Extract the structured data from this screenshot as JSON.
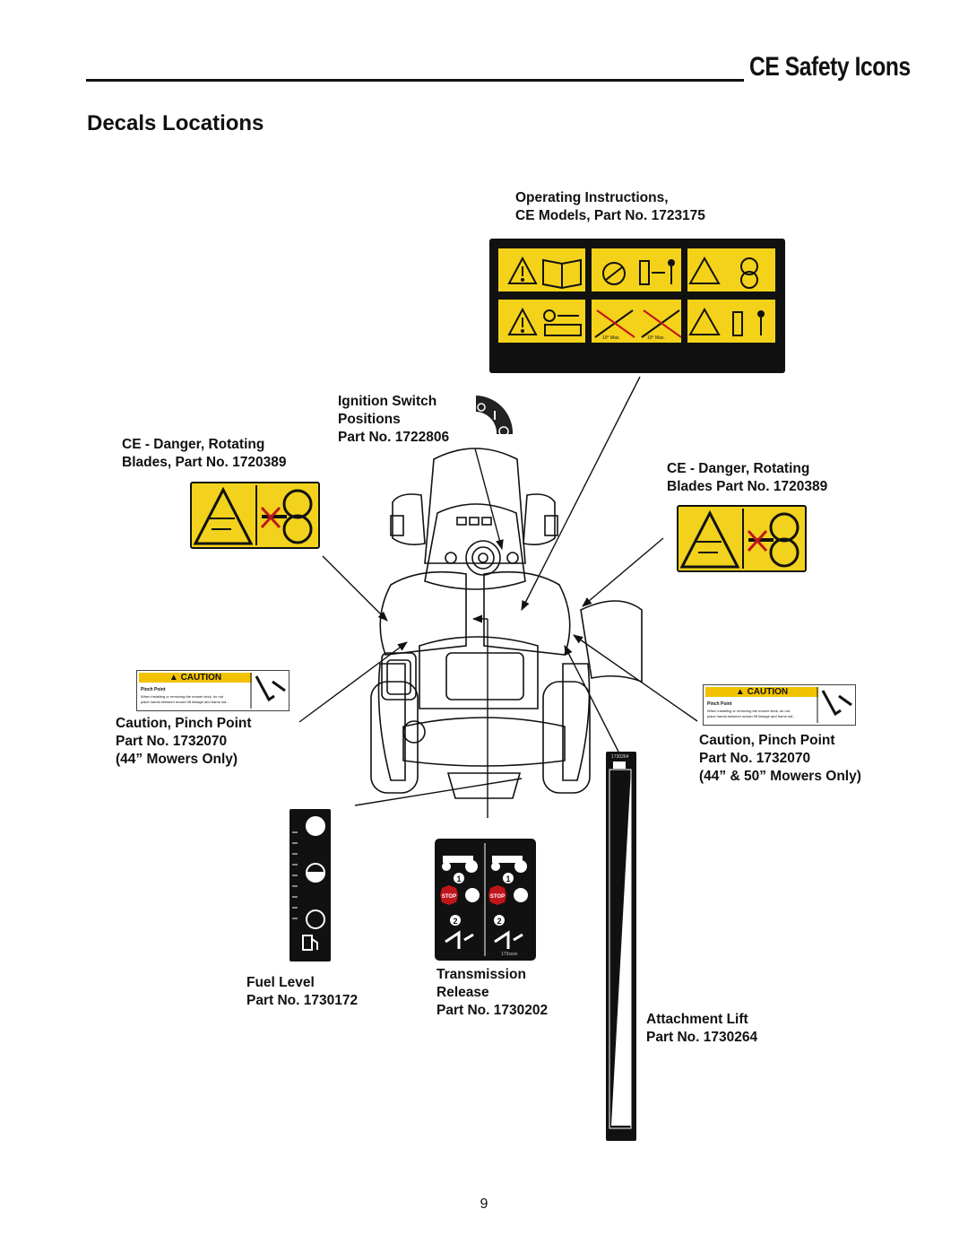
{
  "header": {
    "title": "CE Safety Icons"
  },
  "section_title": "Decals Locations",
  "labels": {
    "operating": [
      "Operating Instructions,",
      "CE Models, Part No. 1723175"
    ],
    "ignition": [
      "Ignition Switch",
      "Positions",
      "Part No. 1722806"
    ],
    "danger_left": [
      "CE - Danger, Rotating",
      "Blades, Part No. 1720389"
    ],
    "danger_right": [
      "CE - Danger, Rotating",
      "Blades Part No. 1720389"
    ],
    "caution_left": [
      "Caution, Pinch Point",
      "Part No. 1732070",
      "(44” Mowers Only)"
    ],
    "caution_right": [
      "Caution, Pinch Point",
      "Part No. 1732070",
      "(44” & 50” Mowers Only)"
    ],
    "fuel": [
      "Fuel Level",
      "Part No. 1730172"
    ],
    "transmission": [
      "Transmission",
      "Release",
      "Part No. 1730202"
    ],
    "attachment": [
      "Attachment Lift",
      "Part No. 1730264"
    ]
  },
  "decal_text": {
    "caution_word": "CAUTION",
    "pinch_point": "Pinch Point",
    "caution_body_left": [
      "When installing or removing the mower deck, do not",
      "place hands between mower lift linkage and frame sid..."
    ],
    "caution_body_right": [
      "When installing or removing the mower deck, do not",
      "place hands between mower lift linkage and frame sid..."
    ],
    "attachment_top_code": "1730264",
    "transmission_code": "173xxxx",
    "slope_left": "10° Max.",
    "slope_right": "10° Max.",
    "stop_left": "STOP",
    "stop_right": "STOP",
    "step_one_left": "1",
    "step_one_right": "1",
    "step_two_left": "2",
    "step_two_right": "2"
  },
  "page_number": "9",
  "colors": {
    "decal_yellow": "#f2d21c",
    "caution_yellow": "#f2c200",
    "stop_red": "#c0161b",
    "ink": "#111111"
  },
  "icons": [
    "warning-triangle-icon",
    "manual-book-icon",
    "rotating-blade-icon",
    "key-remove-icon",
    "bystander-distance-icon",
    "slope-icon",
    "pinch-hand-icon",
    "fuel-pump-icon",
    "tractor-icon",
    "stop-sign-icon",
    "lever-icon"
  ]
}
